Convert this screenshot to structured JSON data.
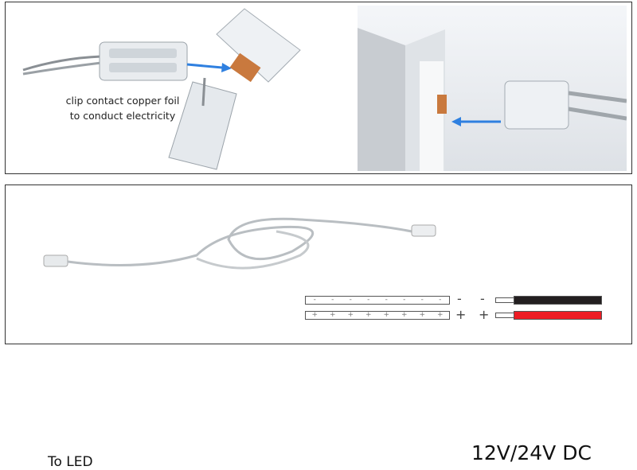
{
  "top_panel": {
    "caption_line1": "clip contact copper foil",
    "caption_line2": "to conduct electricity"
  },
  "bottom_panel": {
    "to_led_label": "To LED",
    "voltage_label": "12V/24V DC",
    "strip_negative_marks": [
      "-",
      "-",
      "-",
      "-",
      "-",
      "-",
      "-",
      "-"
    ],
    "strip_positive_marks": [
      "+",
      "+",
      "+",
      "+",
      "+",
      "+",
      "+",
      "+"
    ],
    "negative_sign": "-",
    "positive_sign": "+",
    "colors": {
      "negative_wire": "#231f20",
      "positive_wire": "#ed1c24",
      "arrow": "#2f80e0"
    }
  }
}
